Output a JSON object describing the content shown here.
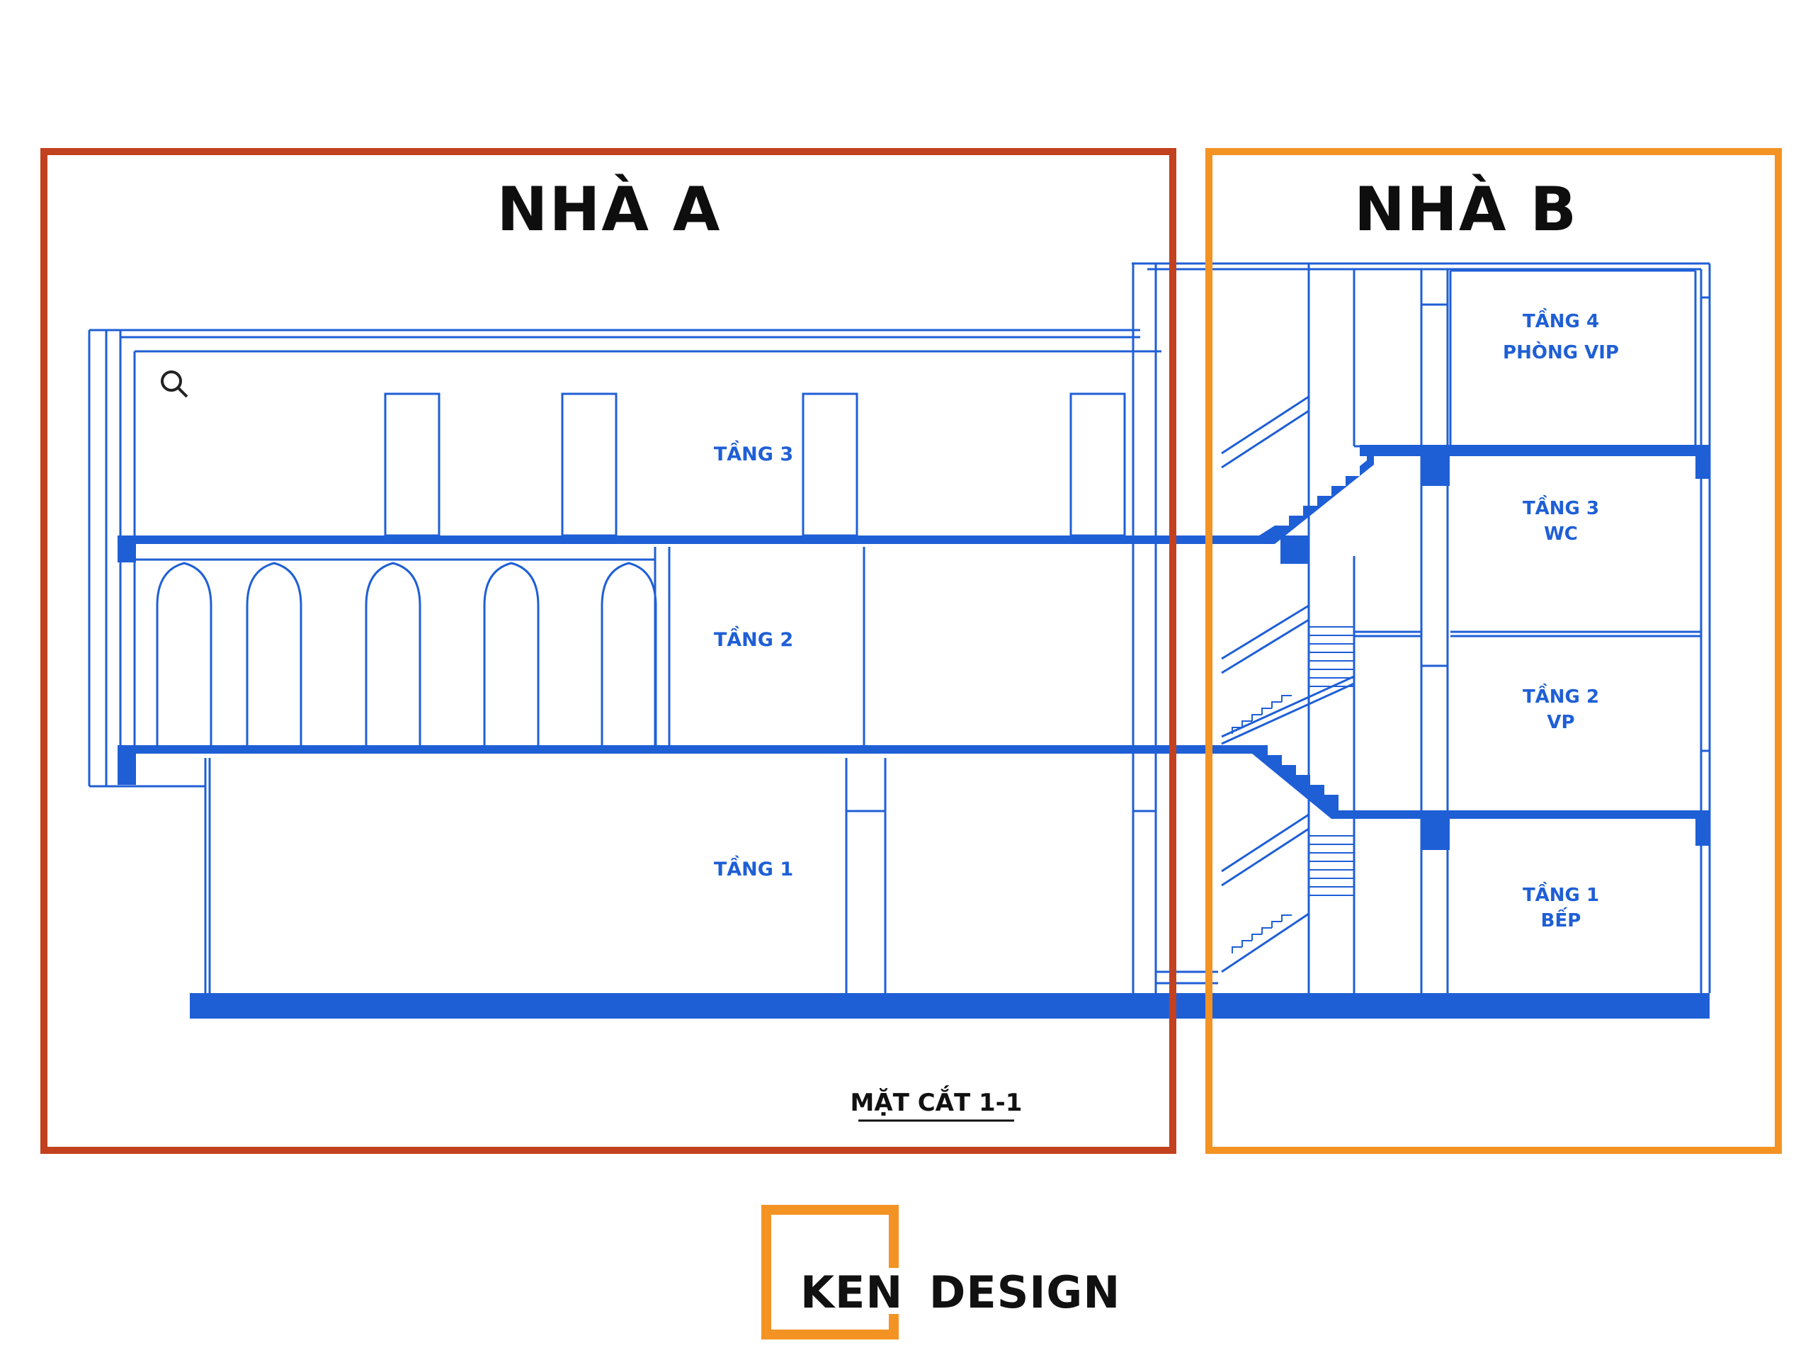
{
  "colors": {
    "house_a_frame": "#c2411f",
    "house_b_frame": "#f39323",
    "drawing_line": "#1f5fd6",
    "slab": "#1f5fd6",
    "logo_accent": "#f39323"
  },
  "house_a": {
    "title": "NHÀ A"
  },
  "house_b": {
    "title": "NHÀ B"
  },
  "section_title": "MẶT CẮT 1-1",
  "house_a_floors": [
    {
      "label": "TẦNG 3"
    },
    {
      "label": "TẦNG 2"
    },
    {
      "label": "TẦNG 1"
    }
  ],
  "house_b_floors": [
    {
      "line1": "TẦNG 4",
      "line2": "PHÒNG VIP"
    },
    {
      "line1": "TẦNG 3",
      "line2": "WC"
    },
    {
      "line1": "TẦNG 2",
      "line2": "VP"
    },
    {
      "line1": "TẦNG 1",
      "line2": "BẾP"
    }
  ],
  "icons": {
    "magnifier": "search-icon"
  },
  "logo": {
    "text_part1": "KEN",
    "text_part2": "DESIGN"
  }
}
